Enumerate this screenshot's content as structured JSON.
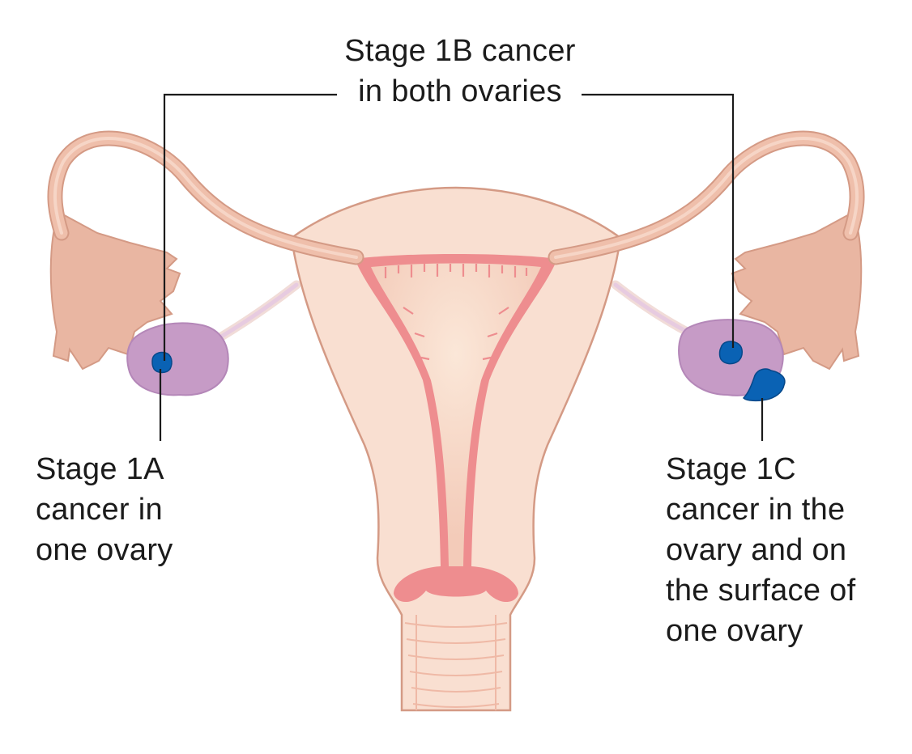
{
  "labels": {
    "stage_1b": [
      "Stage 1B cancer",
      "in both ovaries"
    ],
    "stage_1a": [
      "Stage 1A",
      "cancer in",
      "one ovary"
    ],
    "stage_1c": [
      "Stage 1C",
      "cancer in the",
      "ovary and on",
      "the surface of",
      "one ovary"
    ]
  },
  "colors": {
    "tissue_outer": "#f9dfd1",
    "tissue_outline": "#d49a85",
    "tube": "#efbfab",
    "fimbriae": "#e9b6a2",
    "lining": "#ee8d8f",
    "ovary": "#c69bc6",
    "tumor": "#0a62b4",
    "leader_line": "#1b1b1b"
  },
  "icons": [
    "uterus-illustration",
    "ovary-icon",
    "tumor-icon",
    "fallopian-tube-icon"
  ]
}
